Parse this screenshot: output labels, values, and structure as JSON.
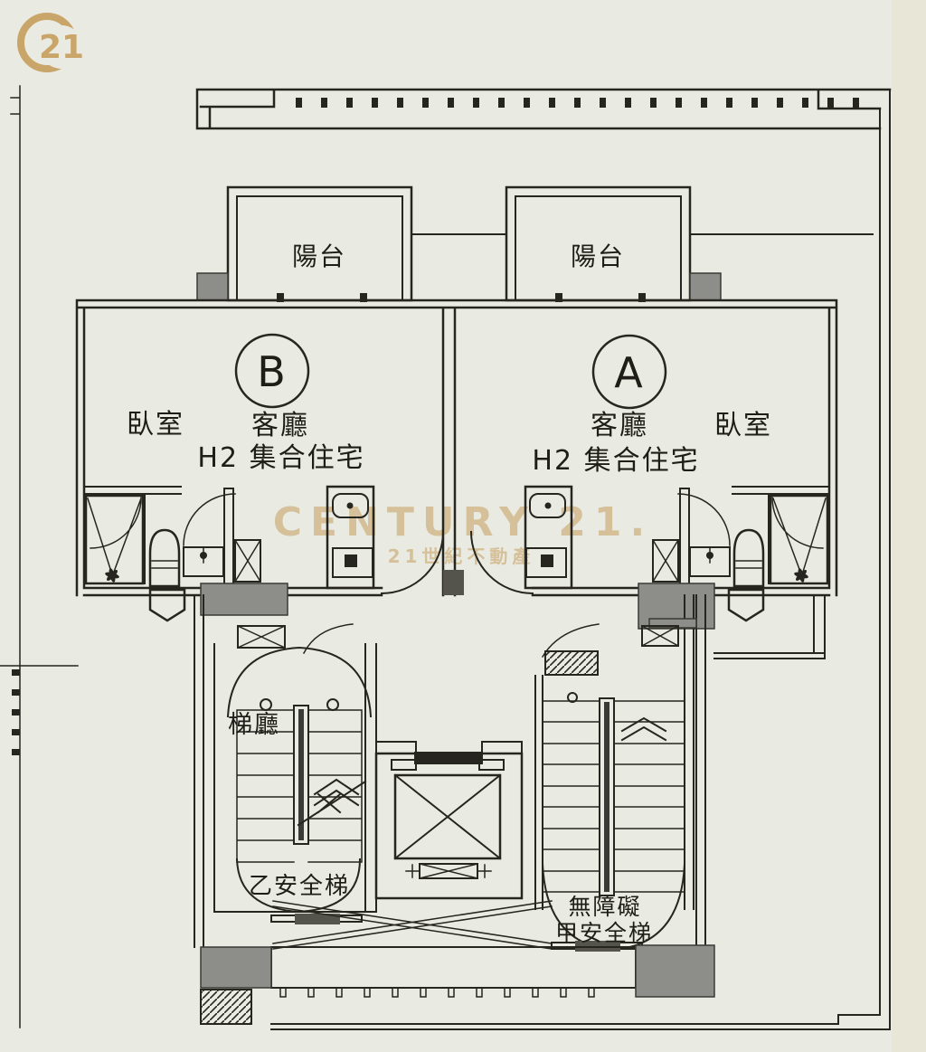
{
  "branding": {
    "logo_text": "21",
    "watermark_title": "CENTURY 21.",
    "watermark_subtitle": "21世紀不動產"
  },
  "plan": {
    "unit_b": {
      "label": "B",
      "balcony": "陽台",
      "bedroom": "臥室",
      "living_room": "客廳",
      "housing_type": "H2 集合住宅"
    },
    "unit_a": {
      "label": "A",
      "balcony": "陽台",
      "bedroom": "臥室",
      "living_room": "客廳",
      "housing_type": "H2 集合住宅"
    },
    "core": {
      "stair_hall": "梯廳",
      "stair_b_label": "乙安全梯",
      "barrier_free_label": "無障礙",
      "stair_a_label": "甲安全梯"
    }
  },
  "colors": {
    "paper": "#e9ebe2",
    "ink": "#26251f",
    "gray_fill": "#8d8d89",
    "gold": "#c9a56a"
  }
}
